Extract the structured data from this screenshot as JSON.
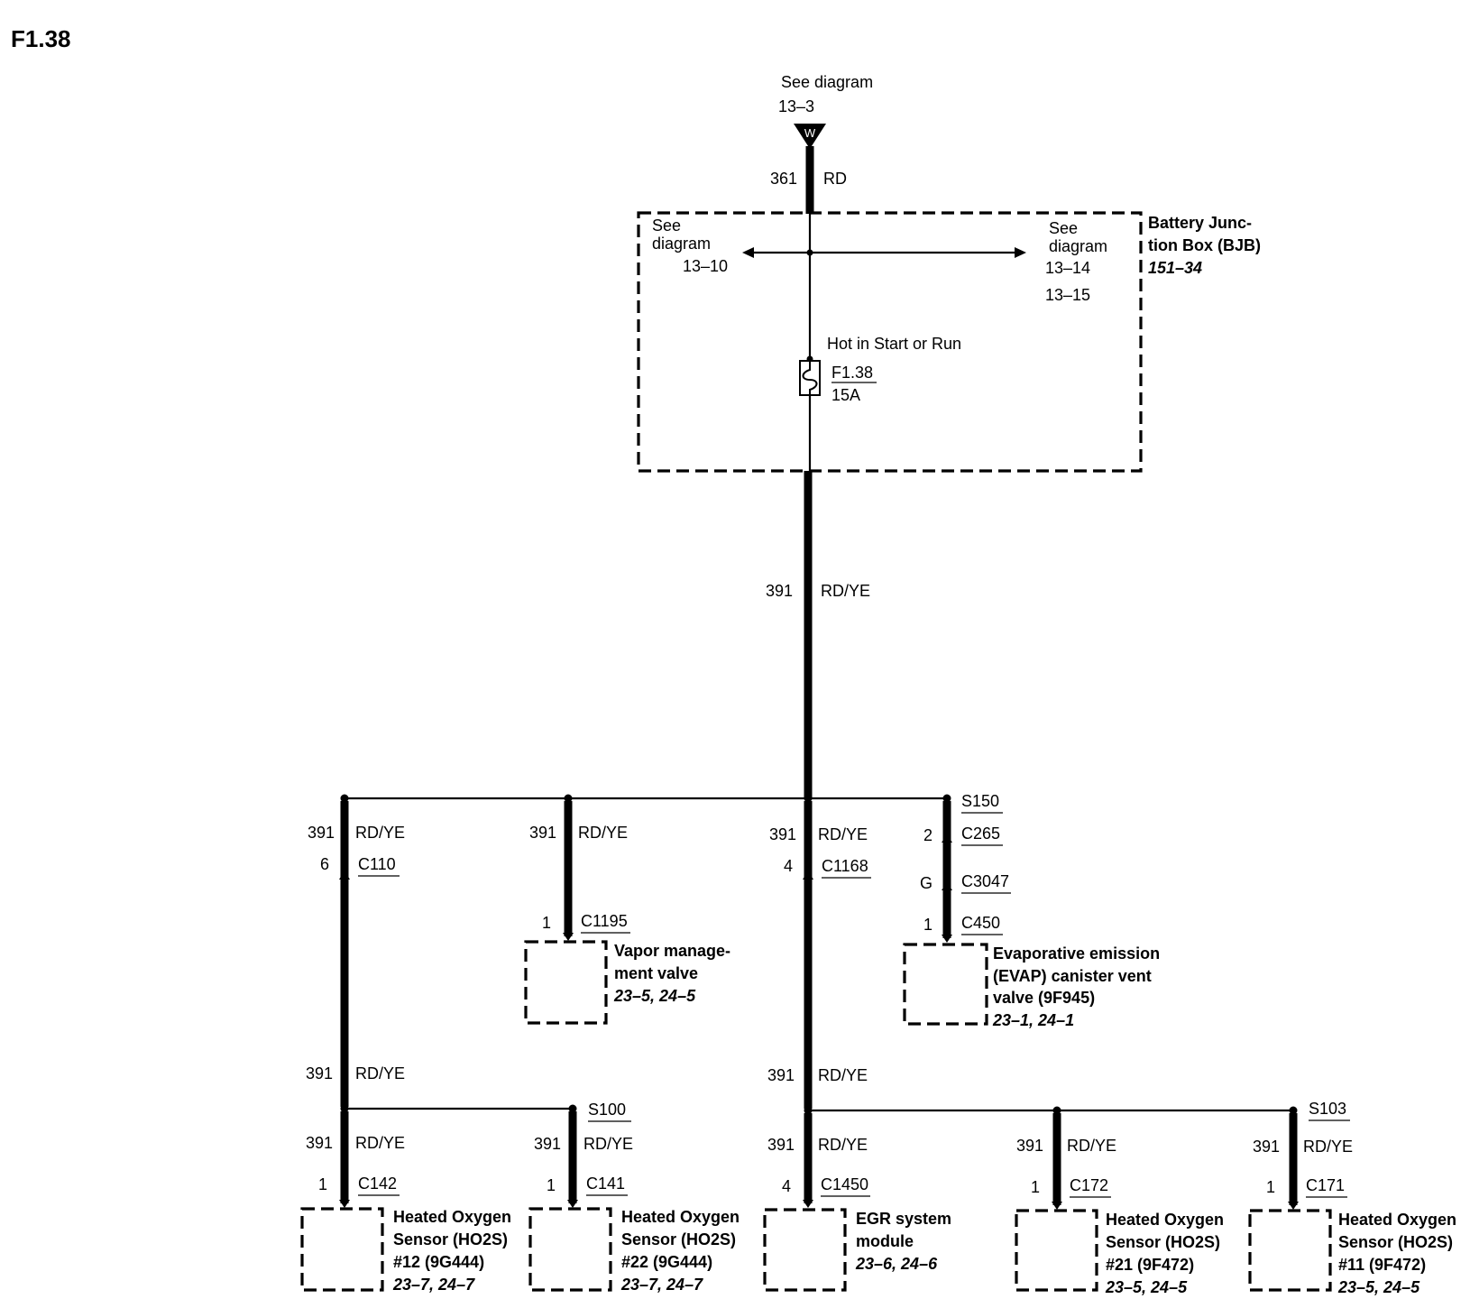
{
  "title": "F1.38",
  "top_ref": {
    "line1": "See diagram",
    "line2": "13–3",
    "connector": "W"
  },
  "feed": {
    "circuit": "361",
    "color": "RD"
  },
  "bjb": {
    "name_line1": "Battery Junc-",
    "name_line2": "tion Box (BJB)",
    "ref": "151–34",
    "left_see_1": "See",
    "left_see_2": "diagram",
    "left_ref": "13–10",
    "right_see_1": "See",
    "right_see_2": "diagram",
    "right_ref_1": "13–14",
    "right_ref_2": "13–15",
    "hot_text": "Hot in Start or Run",
    "fuse_id": "F1.38",
    "fuse_rating": "15A"
  },
  "main_wire": {
    "circuit": "391",
    "color": "RD/YE"
  },
  "branches": {
    "b1": {
      "circuit": "391",
      "color": "RD/YE",
      "pin": "6",
      "connector": "C110"
    },
    "b2": {
      "circuit": "391",
      "color": "RD/YE",
      "pin": "1",
      "connector": "C1195"
    },
    "b3": {
      "circuit": "391",
      "color": "RD/YE",
      "pin": "4",
      "connector": "C1168"
    },
    "b4": {
      "splice": "S150",
      "pin1": "2",
      "conn1": "C265",
      "pin2": "G",
      "conn2": "C3047",
      "pin3": "1",
      "conn3": "C450"
    }
  },
  "mid": {
    "left": {
      "circuit": "391",
      "color": "RD/YE"
    },
    "right": {
      "circuit": "391",
      "color": "RD/YE"
    }
  },
  "splices": {
    "s100": "S100",
    "s103": "S103"
  },
  "bottom": {
    "l1": {
      "circuit": "391",
      "color": "RD/YE",
      "pin": "1",
      "connector": "C142"
    },
    "l2": {
      "circuit": "391",
      "color": "RD/YE",
      "pin": "1",
      "connector": "C141"
    },
    "l3": {
      "circuit": "391",
      "color": "RD/YE",
      "pin": "4",
      "connector": "C1450"
    },
    "l4": {
      "circuit": "391",
      "color": "RD/YE",
      "pin": "1",
      "connector": "C172"
    },
    "l5": {
      "circuit": "391",
      "color": "RD/YE",
      "pin": "1",
      "connector": "C171"
    }
  },
  "components": {
    "vmv": {
      "line1": "Vapor manage-",
      "line2": "ment valve",
      "ref": "23–5, 24–5"
    },
    "evap": {
      "line1": "Evaporative emission",
      "line2": "(EVAP) canister vent",
      "line3": "valve (9F945)",
      "ref": "23–1, 24–1"
    },
    "h12": {
      "line1": "Heated Oxygen",
      "line2": "Sensor (HO2S)",
      "line3": "#12 (9G444)",
      "ref": "23–7, 24–7"
    },
    "h22": {
      "line1": "Heated Oxygen",
      "line2": "Sensor (HO2S)",
      "line3": "#22 (9G444)",
      "ref": "23–7, 24–7"
    },
    "egr": {
      "line1": "EGR system",
      "line2": "module",
      "ref": "23–6, 24–6"
    },
    "h21": {
      "line1": "Heated Oxygen",
      "line2": "Sensor (HO2S)",
      "line3": "#21 (9F472)",
      "ref": "23–5, 24–5"
    },
    "h11": {
      "line1": "Heated Oxygen",
      "line2": "Sensor (HO2S)",
      "line3": "#11 (9F472)",
      "ref": "23–5, 24–5"
    }
  }
}
